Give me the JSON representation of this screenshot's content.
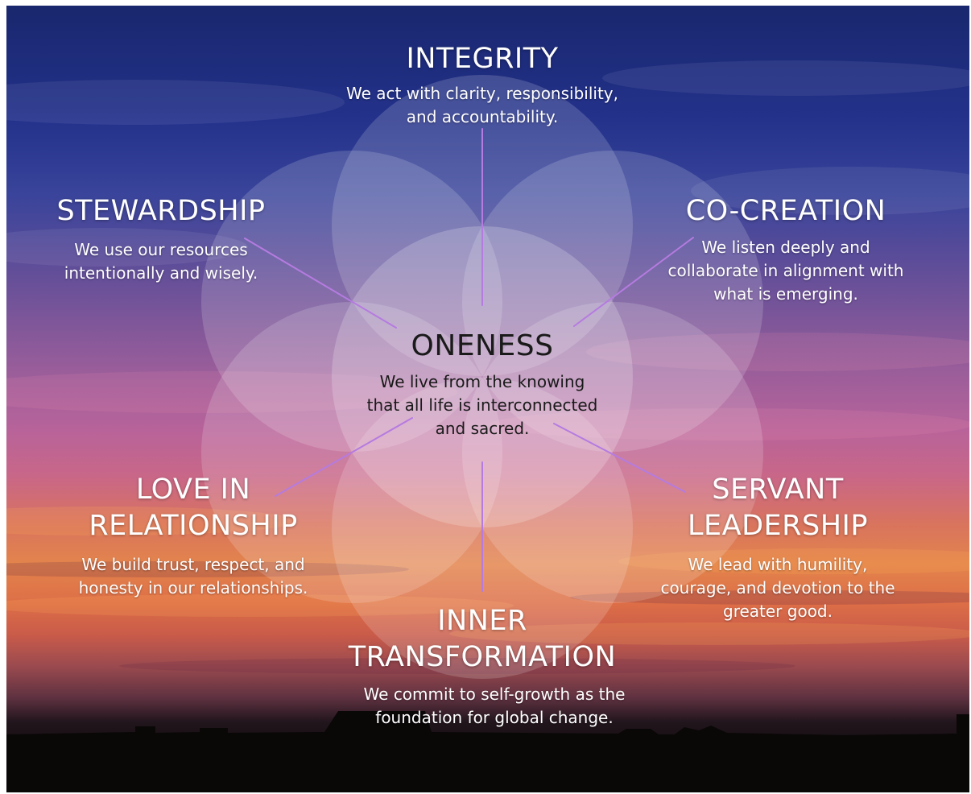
{
  "center": {
    "title": "ONENESS",
    "desc": [
      "We live from the knowing",
      "that all life is interconnected",
      "and sacred."
    ]
  },
  "values": [
    {
      "key": "integrity",
      "title": [
        "INTEGRITY"
      ],
      "desc": [
        "We act with clarity, responsibility,",
        "and accountability."
      ]
    },
    {
      "key": "co-creation",
      "title": [
        "CO-CREATION"
      ],
      "desc": [
        "We listen deeply and",
        "collaborate in alignment with",
        "what is emerging."
      ]
    },
    {
      "key": "servant-leadership",
      "title": [
        "SERVANT",
        "LEADERSHIP"
      ],
      "desc": [
        "We lead with humility,",
        "courage, and devotion to the",
        "greater good."
      ]
    },
    {
      "key": "inner-transformation",
      "title": [
        "INNER",
        "TRANSFORMATION"
      ],
      "desc": [
        "We commit to self-growth as the",
        "foundation for global change."
      ]
    },
    {
      "key": "love-in-relationship",
      "title": [
        "LOVE IN",
        "RELATIONSHIP"
      ],
      "desc": [
        "We build trust, respect, and",
        "honesty in our relationships."
      ]
    },
    {
      "key": "stewardship",
      "title": [
        "STEWARDSHIP"
      ],
      "desc": [
        "We use our resources",
        "intentionally and wisely."
      ]
    }
  ],
  "colors": {
    "connector_line": "#b57be0",
    "petal_fill": "#ffffff",
    "title_text": "#ffffff",
    "center_text": "#1a1a1a"
  }
}
